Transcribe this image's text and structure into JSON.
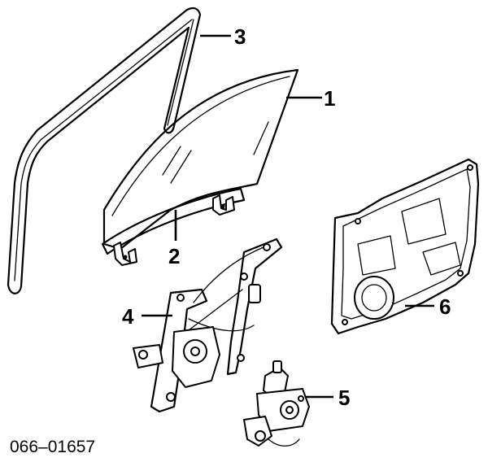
{
  "callouts": [
    {
      "id": "1",
      "label": "1"
    },
    {
      "id": "2",
      "label": "2"
    },
    {
      "id": "3",
      "label": "3"
    },
    {
      "id": "4",
      "label": "4"
    },
    {
      "id": "5",
      "label": "5"
    },
    {
      "id": "6",
      "label": "6"
    }
  ],
  "diagram_code": "066–01657"
}
